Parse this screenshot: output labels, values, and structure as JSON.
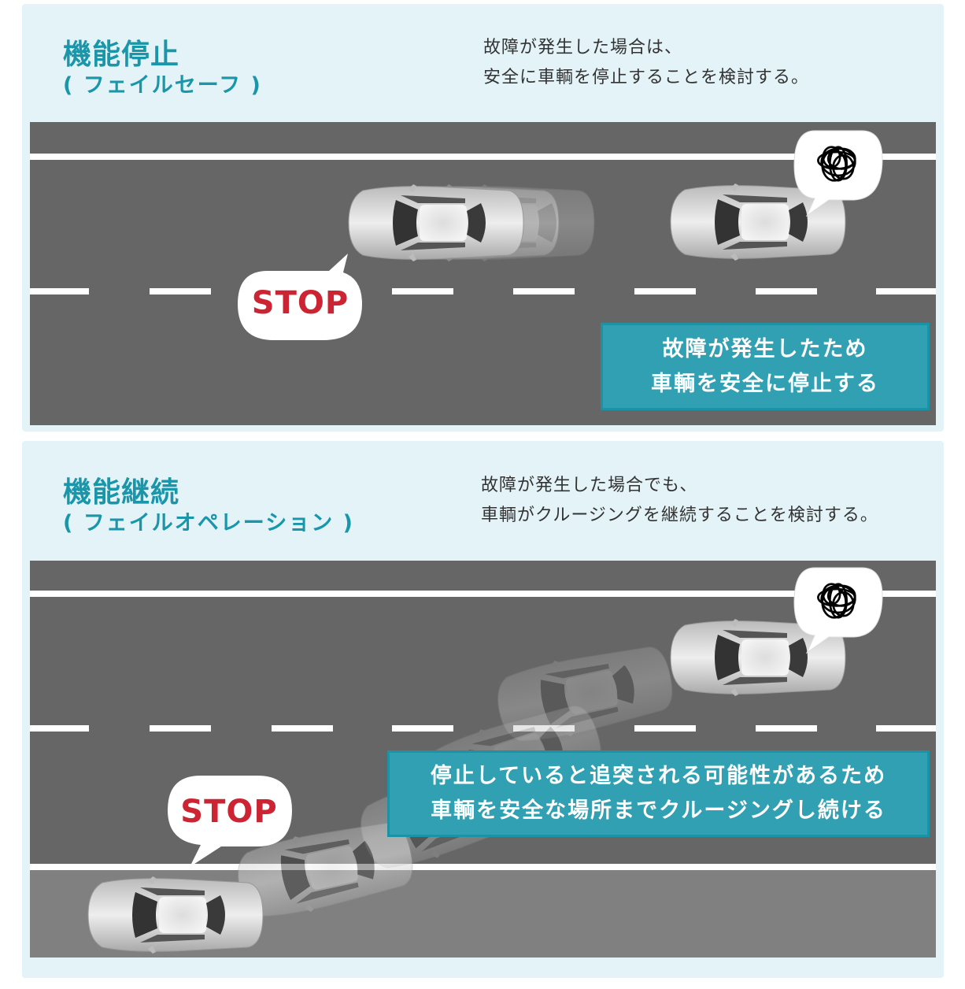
{
  "failsafe": {
    "title": "機能停止",
    "subtitle": "( フェイルセーフ )",
    "description": [
      "故障が発生した場合は、",
      "安全に車輌を停止することを検討する。"
    ],
    "stop_label": "STOP",
    "callout": [
      "故障が発生したため",
      "車輌を安全に停止する"
    ]
  },
  "failoperation": {
    "title": "機能継続",
    "subtitle": "( フェイルオペレーション )",
    "description": [
      "故障が発生した場合でも、",
      "車輌がクルージングを継続することを検討する。"
    ],
    "stop_label": "STOP",
    "callout": [
      "停止していると追突される可能性があるため",
      "車輌を安全な場所までクルージングし続ける"
    ]
  },
  "colors": {
    "accent": "#1a96aa",
    "callout": "#31a0b2",
    "road": "#666666",
    "stop": "#cc2433"
  }
}
